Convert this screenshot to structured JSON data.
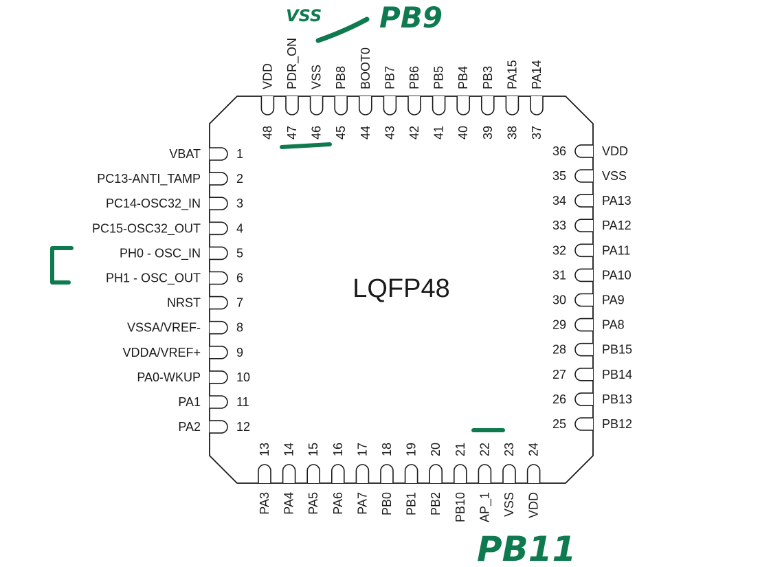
{
  "package": {
    "label": "LQFP48",
    "outline_color": "#1a1a1a"
  },
  "pins": {
    "left": [
      {
        "num": "1",
        "name": "VBAT"
      },
      {
        "num": "2",
        "name": "PC13-ANTI_TAMP"
      },
      {
        "num": "3",
        "name": "PC14-OSC32_IN"
      },
      {
        "num": "4",
        "name": "PC15-OSC32_OUT"
      },
      {
        "num": "5",
        "name": "PH0 - OSC_IN"
      },
      {
        "num": "6",
        "name": "PH1 - OSC_OUT"
      },
      {
        "num": "7",
        "name": "NRST"
      },
      {
        "num": "8",
        "name": "VSSA/VREF-"
      },
      {
        "num": "9",
        "name": "VDDA/VREF+"
      },
      {
        "num": "10",
        "name": "PA0-WKUP"
      },
      {
        "num": "11",
        "name": "PA1"
      },
      {
        "num": "12",
        "name": "PA2"
      }
    ],
    "bottom": [
      {
        "num": "13",
        "name": "PA3"
      },
      {
        "num": "14",
        "name": "PA4"
      },
      {
        "num": "15",
        "name": "PA5"
      },
      {
        "num": "16",
        "name": "PA6"
      },
      {
        "num": "17",
        "name": "PA7"
      },
      {
        "num": "18",
        "name": "PB0"
      },
      {
        "num": "19",
        "name": "PB1"
      },
      {
        "num": "20",
        "name": "PB2"
      },
      {
        "num": "21",
        "name": "PB10"
      },
      {
        "num": "22",
        "name": "AP_1"
      },
      {
        "num": "23",
        "name": "VSS"
      },
      {
        "num": "24",
        "name": "VDD"
      }
    ],
    "right": [
      {
        "num": "25",
        "name": "PB12"
      },
      {
        "num": "26",
        "name": "PB13"
      },
      {
        "num": "27",
        "name": "PB14"
      },
      {
        "num": "28",
        "name": "PB15"
      },
      {
        "num": "29",
        "name": "PA8"
      },
      {
        "num": "30",
        "name": "PA9"
      },
      {
        "num": "31",
        "name": "PA10"
      },
      {
        "num": "32",
        "name": "PA11"
      },
      {
        "num": "33",
        "name": "PA12"
      },
      {
        "num": "34",
        "name": "PA13"
      },
      {
        "num": "35",
        "name": "VSS"
      },
      {
        "num": "36",
        "name": "VDD"
      }
    ],
    "top": [
      {
        "num": "37",
        "name": "PA14"
      },
      {
        "num": "38",
        "name": "PA15"
      },
      {
        "num": "39",
        "name": "PB3"
      },
      {
        "num": "40",
        "name": "PB4"
      },
      {
        "num": "41",
        "name": "PB5"
      },
      {
        "num": "42",
        "name": "PB6"
      },
      {
        "num": "43",
        "name": "PB7"
      },
      {
        "num": "44",
        "name": "BOOT0"
      },
      {
        "num": "45",
        "name": "PB8"
      },
      {
        "num": "46",
        "name": "VSS"
      },
      {
        "num": "47",
        "name": "PDR_ON"
      },
      {
        "num": "48",
        "name": "VDD"
      }
    ]
  },
  "annotations": {
    "color": "#0f7a4f",
    "vss_note": "VSS",
    "pb9_note": "PB9",
    "pb11_note": "PB11"
  }
}
